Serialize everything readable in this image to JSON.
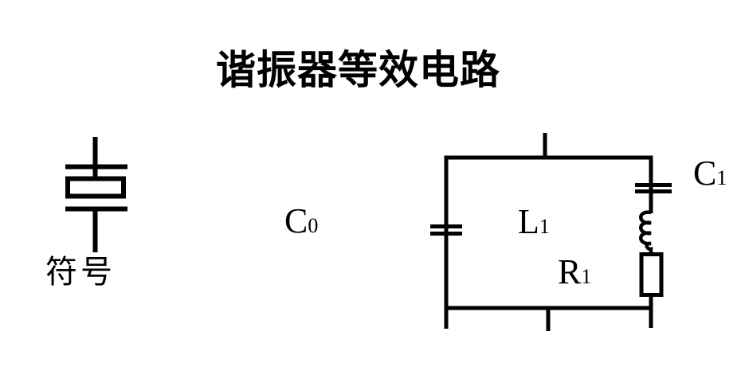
{
  "title": "谐振器等效电路",
  "symbol": {
    "caption": "符号"
  },
  "circuit": {
    "labels": {
      "c0": {
        "base": "C",
        "sub": "0"
      },
      "c1": {
        "base": "C",
        "sub": "1"
      },
      "l1": {
        "base": "L",
        "sub": "1"
      },
      "r1": {
        "base": "R",
        "sub": "1"
      }
    }
  },
  "colors": {
    "ink": "#000000",
    "background": "#ffffff"
  }
}
